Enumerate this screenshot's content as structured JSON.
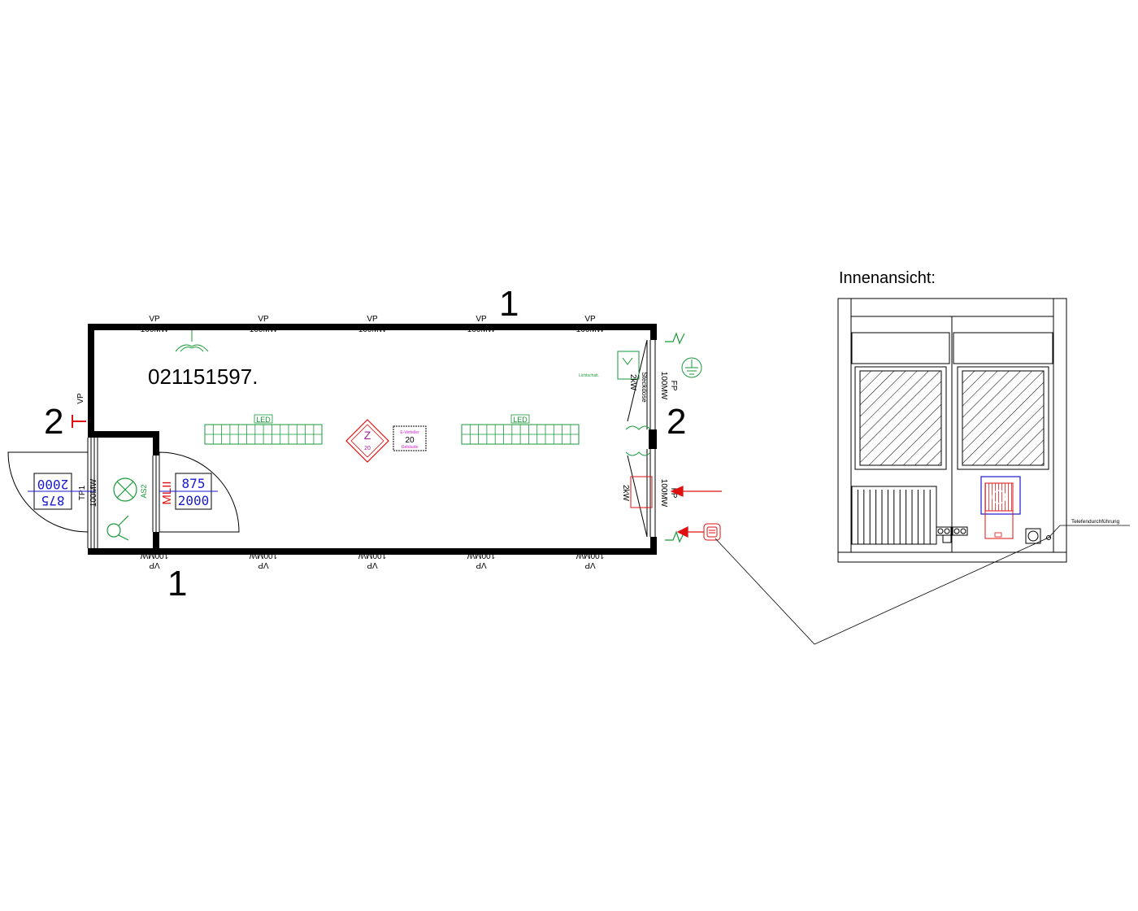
{
  "plan": {
    "container_id": "021151597.",
    "section_1_top": "1",
    "section_1_bottom": "1",
    "section_2_left": "2",
    "section_2_right": "2",
    "wall_type": "VP",
    "wall_thickness": "100MW",
    "front_wall_type": "FP",
    "light_label": "LED",
    "heater_power": "2kW",
    "heater_power_lower": "2kW",
    "vestibule_wall": "TP1",
    "door_width": "875",
    "door_height": "2000",
    "door_tag": "MLII",
    "door_left_width": "875",
    "door_left_height": "2000",
    "lamp_tag": "AS2",
    "socket_label": "Steckdose",
    "sign_symbol": "Z",
    "sign_number": "20",
    "panel_number": "20",
    "panel_text_top": "E-Verteiler",
    "panel_text_bottom": "Gebäude",
    "small_note": "Lichtschalt."
  },
  "interior": {
    "title": "Innenansicht:",
    "phone_label": "Telefendurchführung"
  },
  "colors": {
    "line": "#000000",
    "electrical": "#1a9a3a",
    "marker": "#e01010",
    "annotation": "#1a1ad0",
    "sign": "#a020a0"
  },
  "icons": [
    "antenna-icon",
    "ground-icon",
    "lamp-icon",
    "motion-sensor-icon",
    "power-feed-icon",
    "phone-socket-icon",
    "warning-sign-icon"
  ]
}
